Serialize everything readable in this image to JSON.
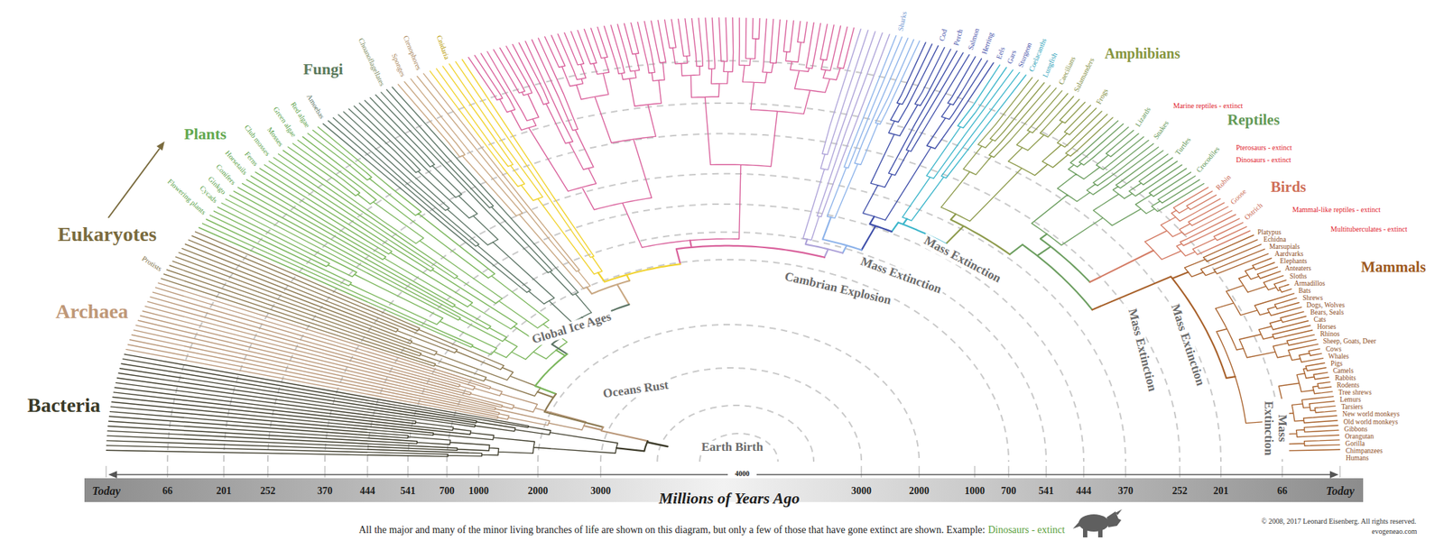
{
  "diagram": {
    "caption": "All the major and many of the minor living branches of life are shown on this diagram, but only a few of those that have gone extinct are shown. Example:",
    "labels": [
      "Bacteria",
      "Archaea",
      "Eukaryotes",
      "Plants",
      "Fungi",
      "Amphibians",
      "Reptiles",
      "Birds",
      "Mammals",
      "Protists",
      "Flowering plants",
      "Cycads",
      "Ginkgo",
      "Conifers",
      "Horsetails",
      "Ferns",
      "Club mosses",
      "Mosses",
      "Green algae",
      "Red algae",
      "Amoebas",
      "Choanoflagellates",
      "Sponges",
      "Ctenophores",
      "Cnidaria",
      "Sharks",
      "Cod",
      "Perch",
      "Salmon",
      "Herring",
      "Eels",
      "Gars",
      "Sturgeon",
      "Coelacanths",
      "Lungfish",
      "Caecilians",
      "Salamanders",
      "Frogs",
      "Lizards",
      "Snakes",
      "Turtles",
      "Crocodiles",
      "Robin",
      "Goose",
      "Ostrich",
      "Marine reptiles - extinct",
      "Pterosaurs - extinct",
      "Dinosaurs - extinct",
      "Mammal-like reptiles - extinct",
      "Multituberculates - extinct",
      "Platypus",
      "Echidna",
      "Marsupials",
      "Aardvarks",
      "Elephants",
      "Anteaters",
      "Sloths",
      "Armadillos",
      "Bats",
      "Shrews",
      "Dogs, Wolves",
      "Bears, Seals",
      "Cats",
      "Horses",
      "Rhinos",
      "Sheep, Goats, Deer",
      "Cows",
      "Whales",
      "Pigs",
      "Camels",
      "Rabbits",
      "Rodents",
      "Tree shrews",
      "Lemurs",
      "Tarsiers",
      "New world monkeys",
      "Old world monkeys",
      "Gibbons",
      "Orangutan",
      "Gorilla",
      "Chimpanzees",
      "Humans",
      "Global Ice Ages",
      "Oceans Rust",
      "Earth Birth",
      "Cambrian Explosion",
      "Mass Extinction",
      "Mass Extinction",
      "Mass Extinction",
      "Mass Extinction",
      "Mass Extinction",
      "Today",
      "66",
      "201",
      "252",
      "370",
      "444",
      "541",
      "700",
      "1000",
      "2000",
      "3000",
      "4000",
      "3000",
      "2000",
      "1000",
      "700",
      "541",
      "444",
      "370",
      "252",
      "201",
      "66",
      "Today",
      "Millions of Years Ago",
      "Dinosaurs - extinct",
      "© 2008, 2017 Leonard Eisenberg. All rights reserved.",
      "evogeneao.com"
    ]
  }
}
